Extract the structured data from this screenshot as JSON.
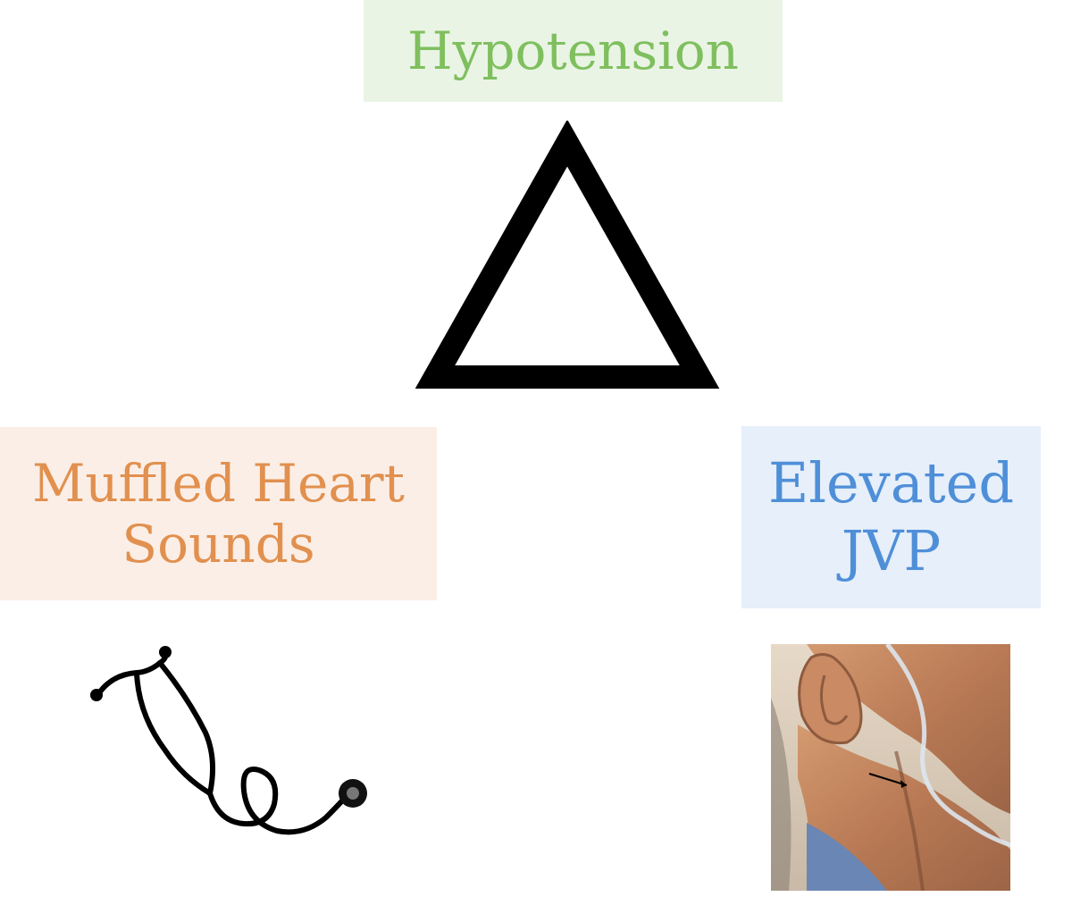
{
  "colors": {
    "background": "#ffffff",
    "triangle_stroke": "#000000",
    "hypotension_text": "#7fbf5e",
    "hypotension_fill": "#e9f4e5",
    "muffled_text": "#e1904f",
    "muffled_fill": "#fbeee6",
    "jvp_text": "#4f8fd8",
    "jvp_fill": "#e6effa"
  },
  "diagram": {
    "top_label": "Hypotension",
    "left_label_line1": "Muffled Heart",
    "left_label_line2": "Sounds",
    "right_label_line1": "Elevated",
    "right_label_line2": "JVP"
  },
  "icons": {
    "center": "triangle-icon",
    "left": "stethoscope-icon",
    "right": "neck-photo"
  }
}
